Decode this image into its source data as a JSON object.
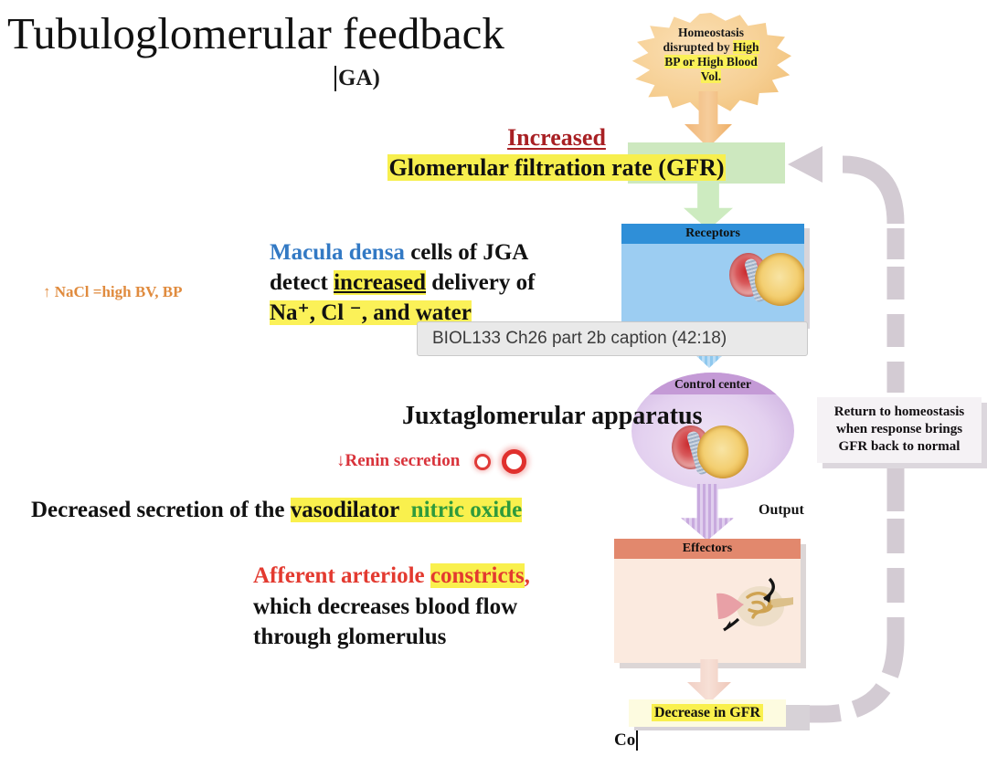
{
  "slide": {
    "title": "Tubuloglomerular feedback",
    "subtitle": "GA)"
  },
  "stimulus": {
    "label_line1": "Homeostasis",
    "label_line2_plain": "disrupted by ",
    "label_line2_hl": "High",
    "label_line3_hl": "BP or High Blood",
    "label_line4_hl": "Vol."
  },
  "gfr": {
    "increased_word": "Increased",
    "main_text": "Glomerular filtration rate (GFR)"
  },
  "flow": {
    "receptors_label": "Receptors",
    "control_center_label": "Control center",
    "control_center_name": "Juxtaglomerular apparatus",
    "effectors_label": "Effectors",
    "output_label": "Output",
    "decrease_label": "Decrease in GFR",
    "partial_bottom_text": "Co",
    "return_line1": "Return to homeostasis",
    "return_line2": "when response brings",
    "return_line3": "GFR back to normal"
  },
  "annotations": {
    "nacl_note": "↑ NaCl =high BV, BP",
    "macula_l1_blue": "Macula densa",
    "macula_l1_rest": " cells of JGA",
    "macula_l2_pre": "detect ",
    "macula_l2_hl": "increased",
    "macula_l2_post": " delivery of",
    "macula_l3_hl": "Na⁺, Cl ⁻, and water",
    "renin_note": "↓Renin secretion",
    "nitric_pre": "Decreased secretion of the ",
    "nitric_hl": "vasodilator",
    "nitric_green": "nitric oxide",
    "afferent_red": "Afferent arteriole ",
    "afferent_red_hl": "constricts",
    "afferent_comma": ",",
    "afferent_l2": "which decreases blood flow",
    "afferent_l3": "through glomerulus"
  },
  "caption": {
    "text": "BIOL133 Ch26 part 2b caption (42:18)"
  },
  "colors": {
    "starburst": "#f0bd7c",
    "gfr_box": "#cde8bf",
    "receptors_header": "#2f8fd8",
    "receptors_body": "#9ccdf2",
    "control_band": "#c49ad6",
    "control_body": "#e3d0ef",
    "effectors_header": "#e2886d",
    "effectors_body": "#fbeadf",
    "highlight_yellow": "#f9f04d",
    "increased_red": "#a82024",
    "macula_blue": "#3279c4",
    "nacl_orange": "#e08b3e",
    "renin_red": "#d9333b",
    "nitric_green": "#2f9a3c",
    "afferent_red": "#e33a30",
    "feedback_arrow": "#d3cbd3"
  }
}
